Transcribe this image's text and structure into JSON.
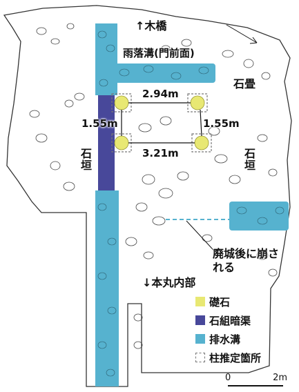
{
  "labels": {
    "north_bridge": "↑木橋",
    "rain_ditch": "雨落溝(門前面)",
    "ishidatami": "石畳",
    "dim_top": "2.94m",
    "dim_left": "1.55m",
    "dim_right": "1.55m",
    "dim_bottom": "3.21m",
    "ishigaki_left": "石垣",
    "ishigaki_right": "石垣",
    "collapsed": "廃城後に崩される",
    "honmaru": "↓本丸内部"
  },
  "legend": [
    {
      "label": "礎石",
      "color": "#e8e873",
      "style": "fill"
    },
    {
      "label": "石組暗渠",
      "color": "#48489a",
      "style": "fill"
    },
    {
      "label": "排水溝",
      "color": "#56b2cf",
      "style": "fill"
    },
    {
      "label": "柱推定箇所",
      "color": "#777777",
      "style": "dashed"
    }
  ],
  "scale": {
    "start": "0",
    "end": "2m"
  },
  "colors": {
    "drain": "#56b2cf",
    "culvert": "#48489a",
    "foundation": "#e8e873",
    "outline": "#333333"
  }
}
